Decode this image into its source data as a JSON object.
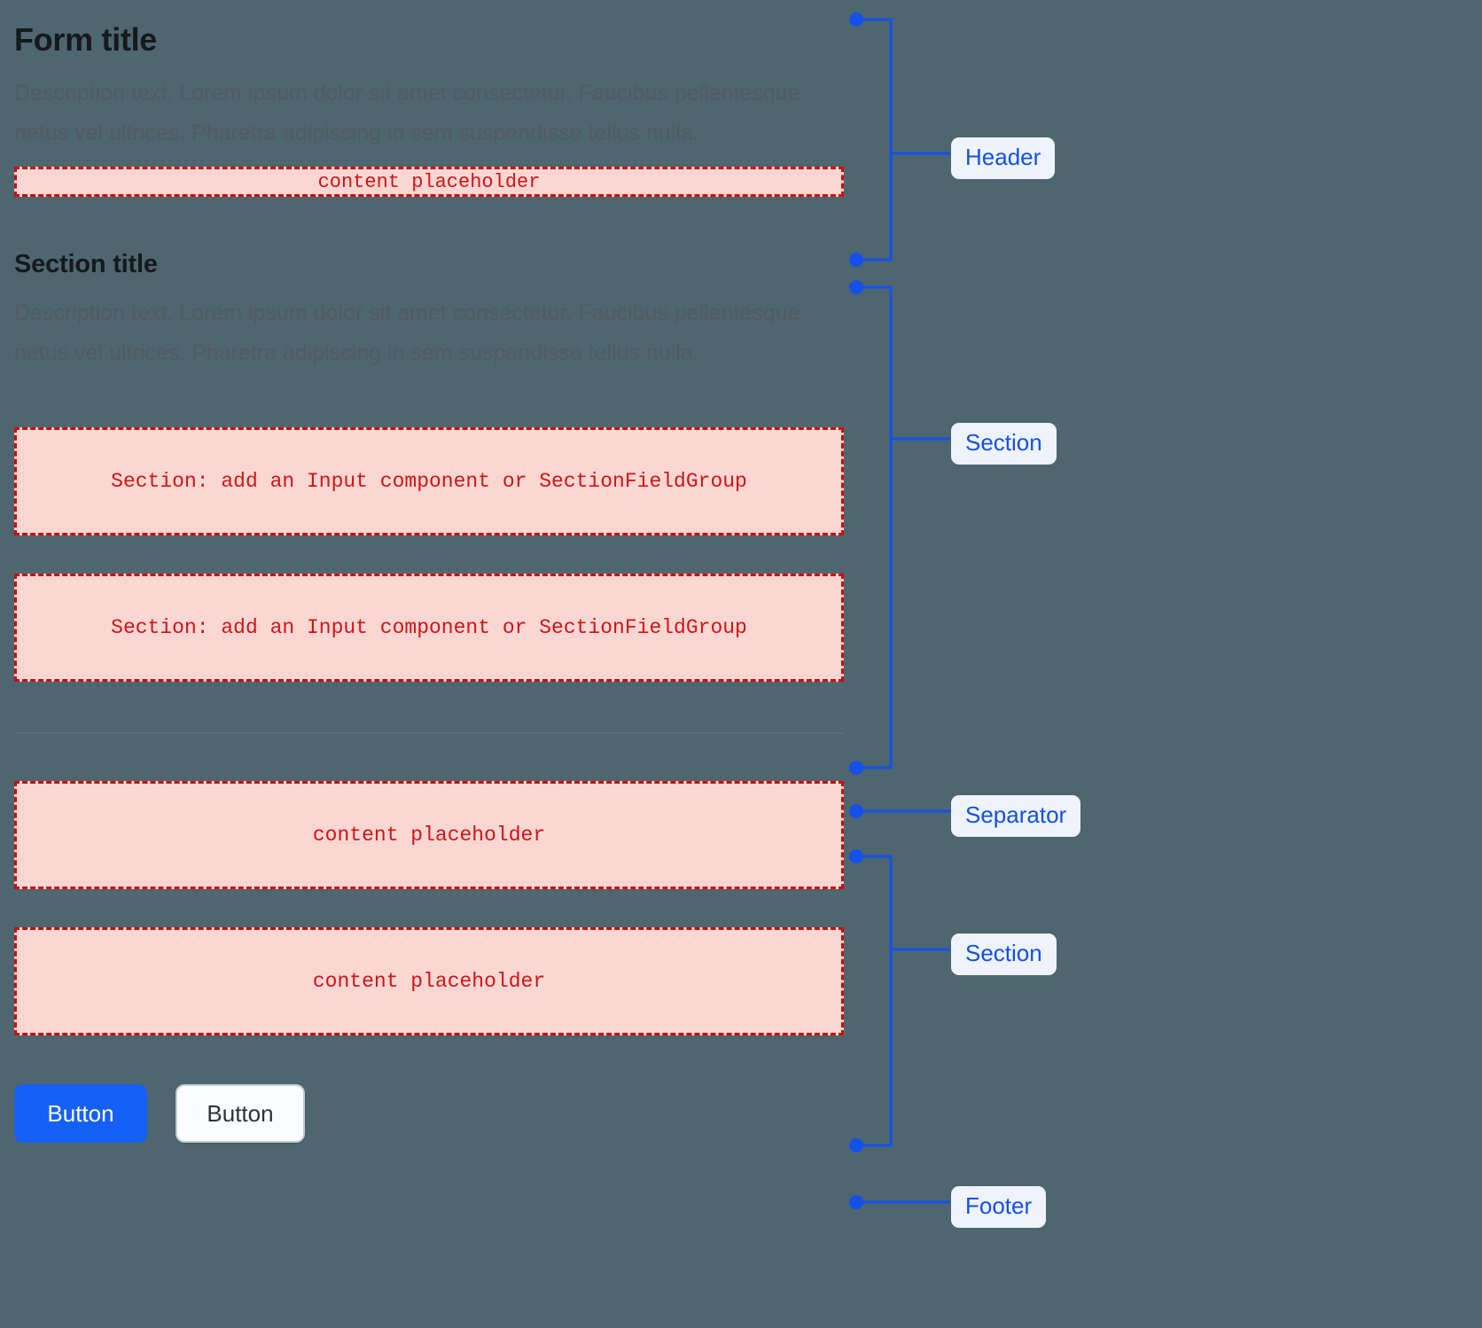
{
  "theme": {
    "background": "#4d6670",
    "accent_blue": "#1450e8",
    "placeholder_fill": "#fbd7d4",
    "placeholder_border": "#cf0a0a",
    "placeholder_text": "#d21414",
    "pill_bg": "#eef3fe",
    "title_color": "#16191c",
    "desc_color": "#545b61",
    "separator_color": "#5d6b72"
  },
  "header": {
    "title": "Form title",
    "description": "Description text. Lorem ipsum dolor sit amet consectetur. Faucibus pellentesque netus vel ultrices. Pharetra adipiscing in sem suspendisse tellus nulla.",
    "placeholder": "content placeholder"
  },
  "section_one": {
    "title": "Section title",
    "description": "Description text. Lorem ipsum dolor sit amet consectetur. Faucibus pellentesque netus vel ultrices. Pharetra adipiscing in sem suspendisse tellus nulla.",
    "field_placeholder_1": "Section: add an Input component or SectionFieldGroup",
    "field_placeholder_2": "Section: add an Input component or SectionFieldGroup"
  },
  "section_two": {
    "placeholder_1": "content placeholder",
    "placeholder_2": "content placeholder"
  },
  "footer": {
    "primary_button": "Button",
    "secondary_button": "Button"
  },
  "annotations": {
    "header": "Header",
    "section_one": "Section",
    "separator": "Separator",
    "section_two": "Section",
    "footer": "Footer"
  }
}
